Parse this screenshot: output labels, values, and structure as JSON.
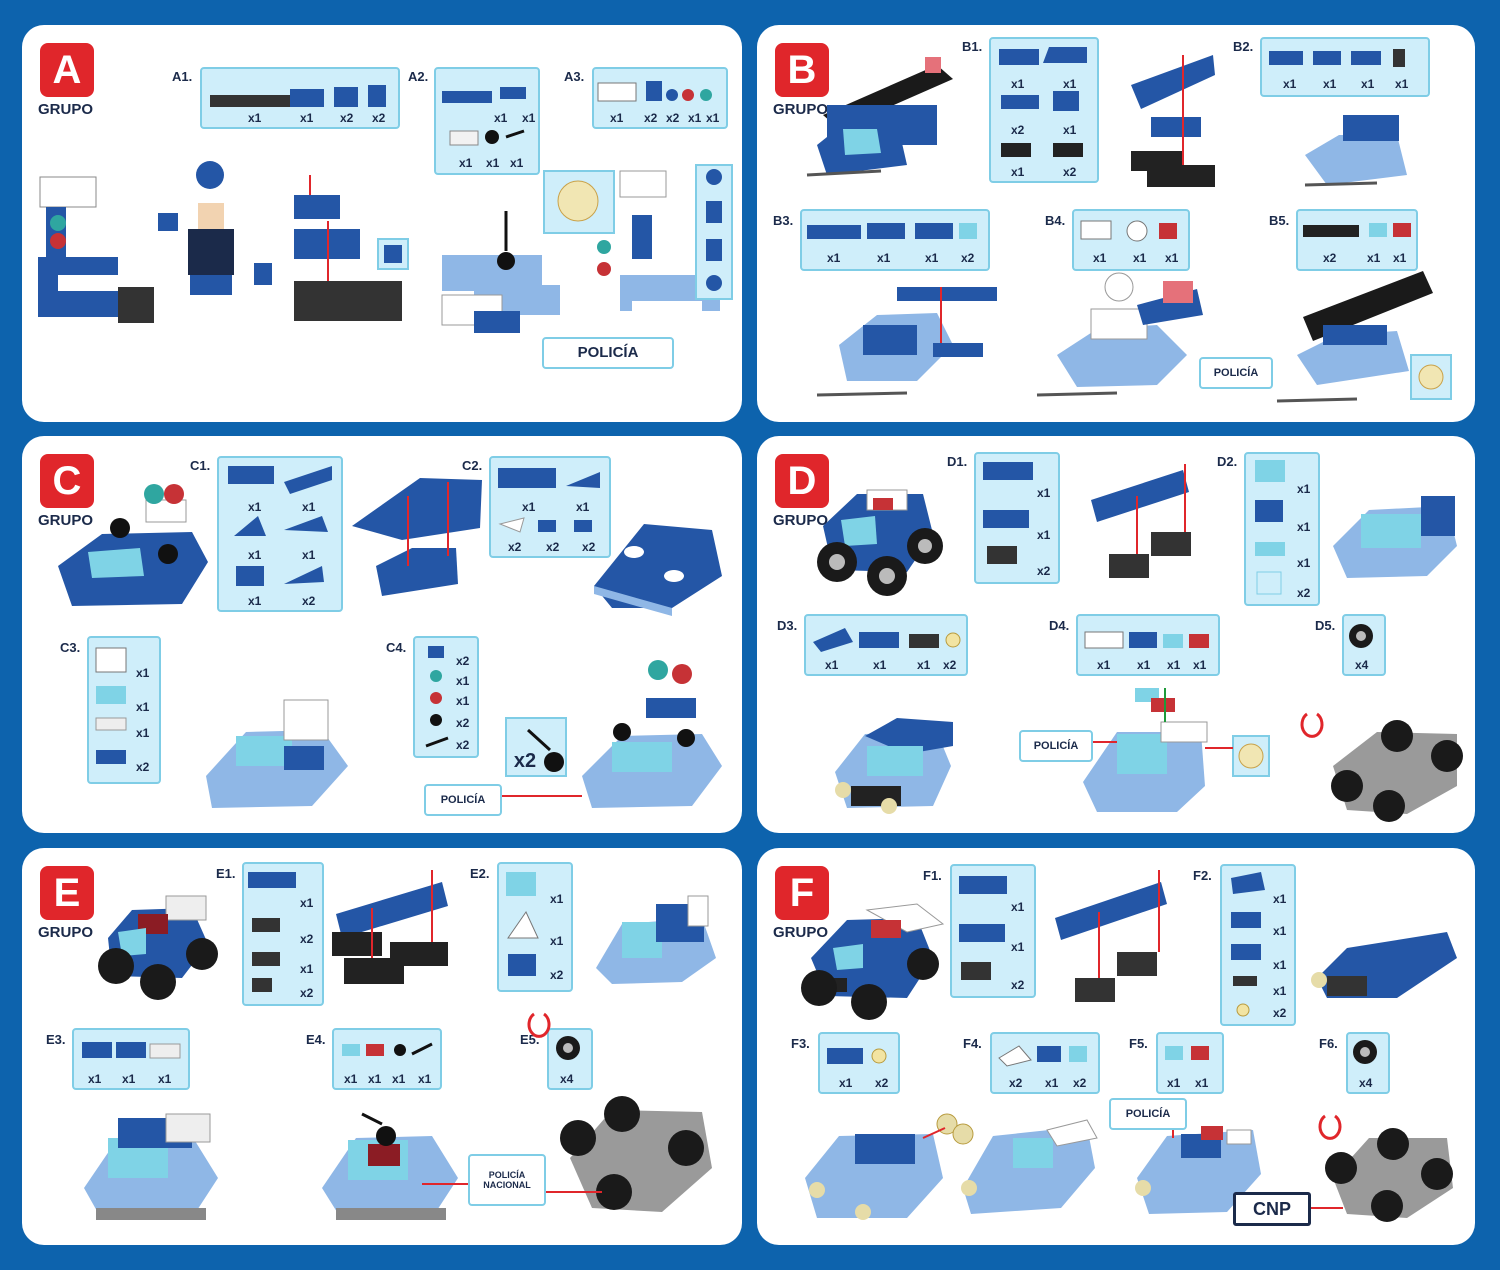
{
  "group_word": "GRUPO",
  "police_label": "POLICÍA",
  "policia_nacional_1": "POLICÍA",
  "policia_nacional_2": "NACIONAL",
  "cnp_label": "CNP",
  "x2_label": "x2",
  "colors": {
    "background": "#0d63ad",
    "badge": "#e0262b",
    "box": "#cfeefa",
    "box_border": "#7fcde6",
    "brick_blue": "#2456a6",
    "brick_light": "#8fb7e6",
    "brick_dark": "#333333"
  },
  "panels": {
    "A": {
      "letter": "A",
      "steps": {
        "s1": {
          "label": "A1.",
          "q": [
            "x1",
            "x1",
            "x2",
            "x2"
          ]
        },
        "s2": {
          "label": "A2.",
          "q": [
            "x1",
            "x1",
            "x1",
            "x1",
            "x1"
          ]
        },
        "s3": {
          "label": "A3.",
          "q": [
            "x1",
            "x2",
            "x2",
            "x1",
            "x1"
          ]
        }
      }
    },
    "B": {
      "letter": "B",
      "steps": {
        "s1": {
          "label": "B1.",
          "q": [
            "x1",
            "x1",
            "x2",
            "x1",
            "x1",
            "x2"
          ]
        },
        "s2": {
          "label": "B2.",
          "q": [
            "x1",
            "x1",
            "x1",
            "x1"
          ]
        },
        "s3": {
          "label": "B3.",
          "q": [
            "x1",
            "x1",
            "x1",
            "x2"
          ]
        },
        "s4": {
          "label": "B4.",
          "q": [
            "x1",
            "x1",
            "x1"
          ]
        },
        "s5": {
          "label": "B5.",
          "q": [
            "x2",
            "x1",
            "x1"
          ]
        }
      }
    },
    "C": {
      "letter": "C",
      "steps": {
        "s1": {
          "label": "C1.",
          "q": [
            "x1",
            "x1",
            "x1",
            "x1",
            "x1",
            "x2"
          ]
        },
        "s2": {
          "label": "C2.",
          "q": [
            "x1",
            "x1",
            "x2",
            "x2",
            "x2"
          ]
        },
        "s3": {
          "label": "C3.",
          "q": [
            "x1",
            "x1",
            "x1",
            "x2"
          ]
        },
        "s4": {
          "label": "C4.",
          "q": [
            "x2",
            "x1",
            "x1",
            "x2",
            "x2"
          ]
        }
      }
    },
    "D": {
      "letter": "D",
      "steps": {
        "s1": {
          "label": "D1.",
          "q": [
            "x1",
            "x1",
            "x2"
          ]
        },
        "s2": {
          "label": "D2.",
          "q": [
            "x1",
            "x1",
            "x1",
            "x2"
          ]
        },
        "s3": {
          "label": "D3.",
          "q": [
            "x1",
            "x1",
            "x1",
            "x2"
          ]
        },
        "s4": {
          "label": "D4.",
          "q": [
            "x1",
            "x1",
            "x1",
            "x1"
          ]
        },
        "s5": {
          "label": "D5.",
          "q": [
            "x4"
          ]
        }
      }
    },
    "E": {
      "letter": "E",
      "steps": {
        "s1": {
          "label": "E1.",
          "q": [
            "x1",
            "x2",
            "x1",
            "x2"
          ]
        },
        "s2": {
          "label": "E2.",
          "q": [
            "x1",
            "x1",
            "x2"
          ]
        },
        "s3": {
          "label": "E3.",
          "q": [
            "x1",
            "x1",
            "x1"
          ]
        },
        "s4": {
          "label": "E4.",
          "q": [
            "x1",
            "x1",
            "x1",
            "x1"
          ]
        },
        "s5": {
          "label": "E5.",
          "q": [
            "x4"
          ]
        }
      }
    },
    "F": {
      "letter": "F",
      "steps": {
        "s1": {
          "label": "F1.",
          "q": [
            "x1",
            "x1",
            "x2"
          ]
        },
        "s2": {
          "label": "F2.",
          "q": [
            "x1",
            "x1",
            "x1",
            "x1",
            "x2"
          ]
        },
        "s3": {
          "label": "F3.",
          "q": [
            "x1",
            "x2"
          ]
        },
        "s4": {
          "label": "F4.",
          "q": [
            "x2",
            "x1",
            "x2"
          ]
        },
        "s5": {
          "label": "F5.",
          "q": [
            "x1",
            "x1"
          ]
        },
        "s6": {
          "label": "F6.",
          "q": [
            "x4"
          ]
        }
      }
    }
  }
}
